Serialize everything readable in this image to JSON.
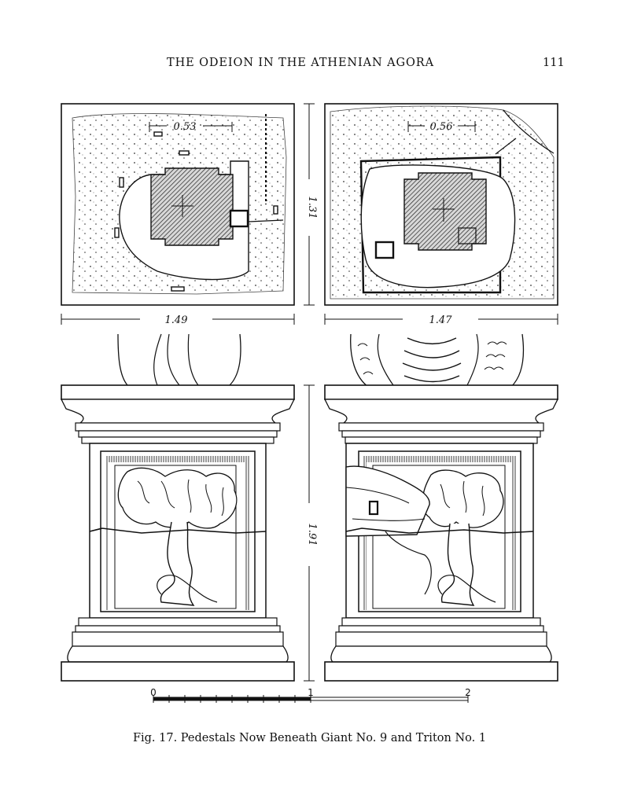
{
  "header": {
    "running_title": "THE ODEION IN THE ATHENIAN AGORA",
    "page_number": "111"
  },
  "figure": {
    "plan_left": {
      "inner_dimension": "0.53",
      "width_dimension": "1.49"
    },
    "plan_right": {
      "inner_dimension": "0.56",
      "width_dimension": "1.47"
    },
    "plan_depth_dimension": "1.31",
    "elevation_height_dimension": "1.91",
    "scale_bar": {
      "labels": [
        "0",
        "1",
        "2"
      ]
    }
  },
  "caption": "Fig. 17.  Pedestals Now Beneath Giant No. 9 and Triton No. 1"
}
